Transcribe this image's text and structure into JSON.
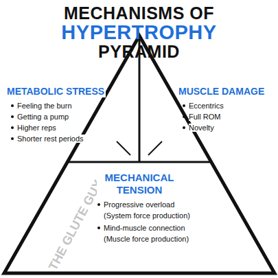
{
  "diagram": {
    "title": "MECHANISMS OF",
    "nodes": [
      {
        "text": [
          "METABOLIC STRESS",
          "Feeling the burn",
          "Getting a pump",
          "Higher reps",
          "Shorter rest periods"
        ]
      },
      {
        "text": [
          "MUSCLE DAMAGE",
          "Eccentrics",
          "Full ROM",
          "Novelty"
        ]
      },
      {
        "text": [
          "MECHANICAL TENSION",
          "Progressive overload",
          "(System force production)",
          "Mind-muscle connection",
          "(Muscle force production)"
        ]
      }
    ],
    "labels": [
      "HYPERTROPHY",
      "PYRAMID",
      "THE GLUTE GUY"
    ]
  }
}
